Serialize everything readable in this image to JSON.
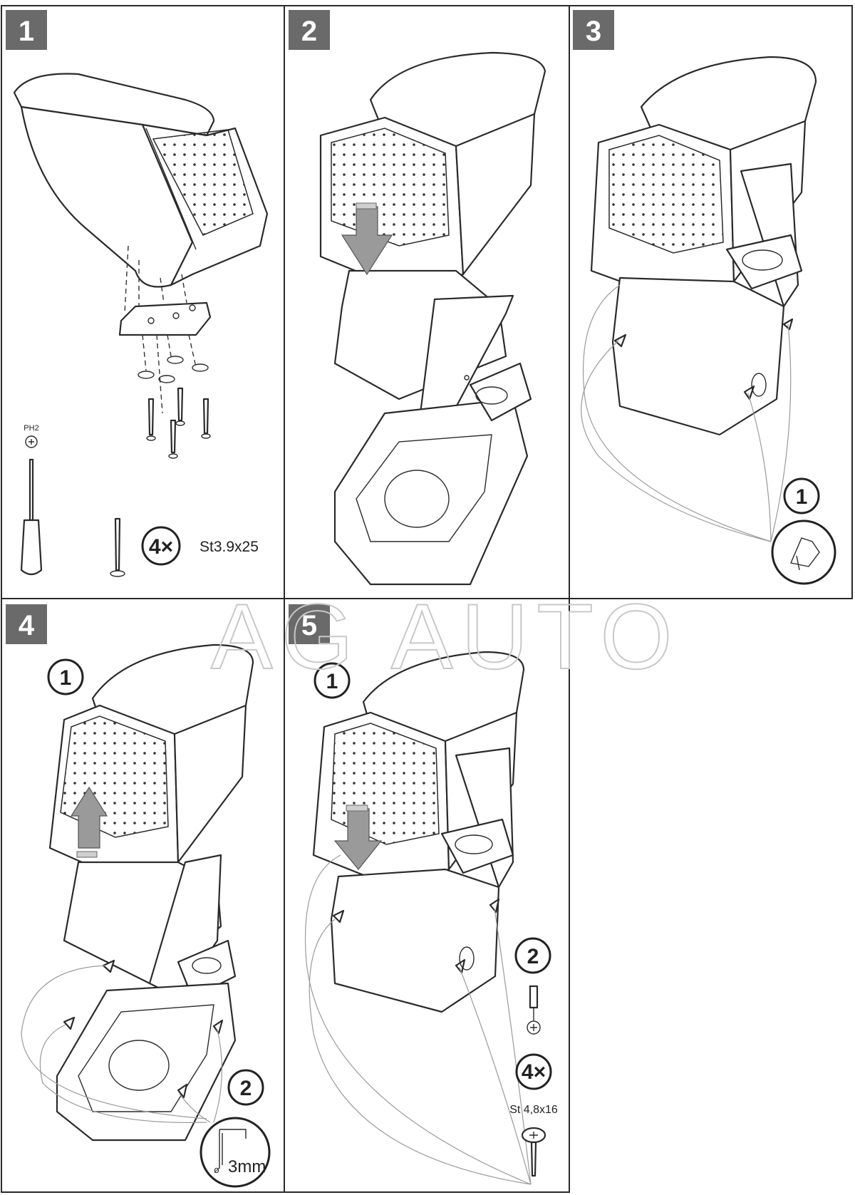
{
  "watermark": "AG AUTO",
  "steps": [
    {
      "number": "1",
      "tool_label": "PH2",
      "qty_label": "4×",
      "screw_spec": "St3.9x25"
    },
    {
      "number": "2"
    },
    {
      "number": "3",
      "callout_1": "1"
    },
    {
      "number": "4",
      "callout_1": "1",
      "callout_2": "2",
      "drill_label": "3mm"
    },
    {
      "number": "5",
      "callout_1": "1",
      "callout_2": "2",
      "qty_label": "4×",
      "screw_spec": "St 4,8x16"
    }
  ],
  "colors": {
    "badge": "#6a6a6a",
    "line": "#2b2b2b",
    "arrow": "#9a9a9a",
    "watermark": "#c8c8c8"
  }
}
